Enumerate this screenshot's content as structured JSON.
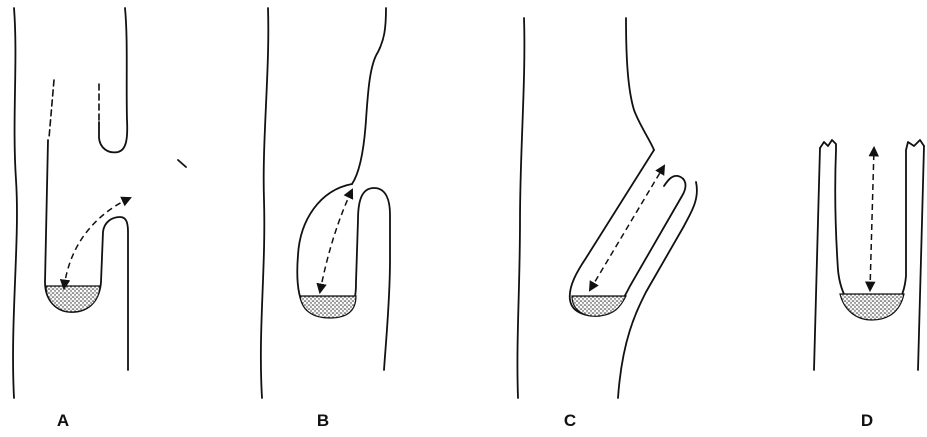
{
  "panels": [
    {
      "id": "A",
      "label": "A"
    },
    {
      "id": "B",
      "label": "B"
    },
    {
      "id": "C",
      "label": "C"
    },
    {
      "id": "D",
      "label": "D"
    }
  ],
  "colors": {
    "ink": "#111111",
    "background": "#ffffff",
    "stipple": "#333333"
  }
}
